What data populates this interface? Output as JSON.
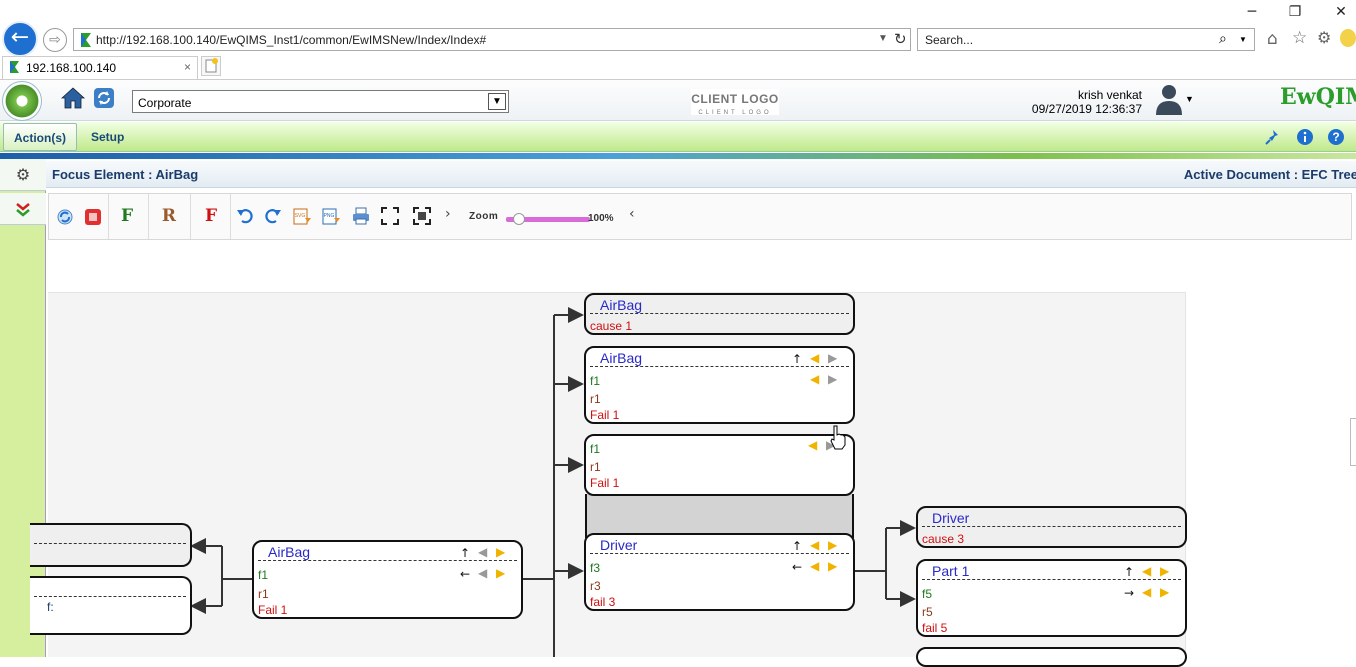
{
  "browser": {
    "address": "http://192.168.100.140/EwQIMS_Inst1/common/EwIMSNew/Index/Index#",
    "search_placeholder": "Search...",
    "tab_title": "192.168.100.140",
    "tab_close": "×"
  },
  "header": {
    "org_value": "Corporate",
    "client_logo": "CLIENT LOGO",
    "client_logo_sub": "CLIENT LOGO",
    "user_name": "krish venkat",
    "datetime": "09/27/2019 12:36:37",
    "brand": "EwQIMS"
  },
  "menu": {
    "actions": "Action(s)",
    "setup": "Setup"
  },
  "info": {
    "focus": "Focus Element : AirBag",
    "active": "Active Document : EFC Tree"
  },
  "toolbar": {
    "f_green": "F",
    "r_brown": "R",
    "f_red": "F",
    "zoom_label": "Zoom",
    "zoom_value": "100%",
    "zoom_level": 0.15
  },
  "nodes": {
    "top_airbag": {
      "title": "AirBag",
      "cause": "cause 1"
    },
    "airbag2": {
      "title": "AirBag",
      "f": "f1",
      "r": "r1",
      "fail": "Fail 1"
    },
    "block3": {
      "f": "f1",
      "r": "r1",
      "fail": "Fail 1"
    },
    "driver": {
      "title": "Driver",
      "f": "f3",
      "r": "r3",
      "fail": "fail 3"
    },
    "center_airbag": {
      "title": "AirBag",
      "f": "f1",
      "r": "r1",
      "fail": "Fail 1"
    },
    "right_driver": {
      "title": "Driver",
      "cause": "cause 3"
    },
    "part1": {
      "title": "Part  1",
      "f": "f5",
      "r": "r5",
      "fail": "fail 5"
    },
    "left_lower": {
      "f": "f:"
    }
  },
  "colors": {
    "accent_blue": "#2929c8",
    "fail_red": "#d01010",
    "func_green": "#1d7a1d",
    "req_brown": "#8a3a1a",
    "menu_green": "#bfe98a"
  }
}
